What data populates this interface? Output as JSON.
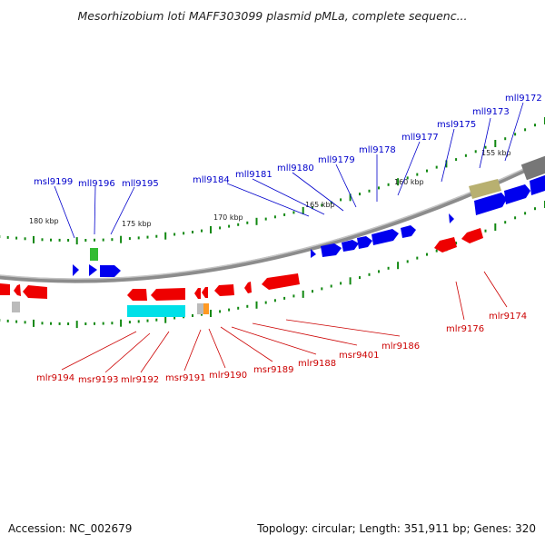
{
  "title": "Mesorhizobium loti MAFF303099 plasmid pMLa, complete sequenc...",
  "footer": {
    "accession": "Accession: NC_002679",
    "topology": "Topology: circular; Length: 351,911 bp; Genes: 320"
  },
  "colors": {
    "forward_gene": "#0000ee",
    "reverse_gene": "#ee0000",
    "forward_label": "#0000cc",
    "reverse_label": "#cc0000",
    "backbone": "#808080",
    "tick": "#118811",
    "green_feature": "#33bb33",
    "cyan_feature": "#00e0e8",
    "olive_feature": "#b8b070",
    "orange_feature": "#ff9922",
    "gray_feature": "#bbbbbb"
  },
  "kbp_markers": [
    "155 kbp",
    "160 kbp",
    "165 kbp",
    "170 kbp",
    "175 kbp",
    "180 kbp"
  ],
  "forward_genes": [
    "msl9199",
    "mll9196",
    "mll9195",
    "mll9184",
    "mll9181",
    "mll9180",
    "mll9179",
    "mll9178",
    "mll9177",
    "msl9175",
    "mll9173",
    "mll9172"
  ],
  "reverse_genes": [
    "mlr9194",
    "msr9193",
    "mlr9192",
    "msr9191",
    "mlr9190",
    "msr9189",
    "mlr9188",
    "msr9401",
    "mlr9186",
    "mlr9176",
    "mlr9174"
  ]
}
